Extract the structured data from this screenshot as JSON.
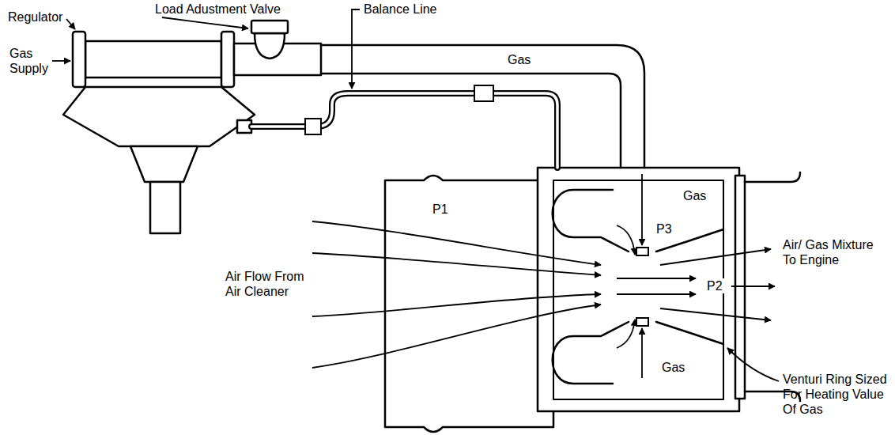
{
  "diagram": {
    "labels": [
      "Regulator",
      "Gas Supply",
      "Load Adustment Valve",
      "Balance Line",
      "Gas",
      "P1",
      "P3",
      "Gas",
      "P2",
      "Air/ Gas Mixture To Engine",
      "Air Flow From Air Cleaner",
      "Gas",
      "Venturi Ring Sized For Heating Value Of Gas"
    ]
  }
}
